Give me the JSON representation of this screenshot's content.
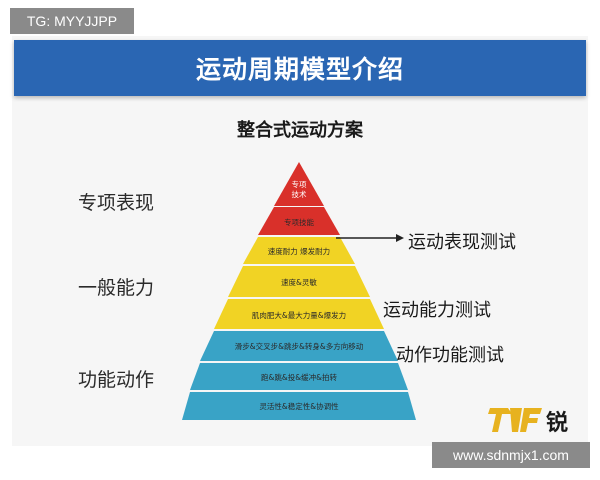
{
  "watermark_top": "TG: MYYJJPP",
  "watermark_bottom": "www.sdnmjx1.com",
  "banner_title": "运动周期模型介绍",
  "subtitle": "整合式运动方案",
  "left_labels": [
    "专项表现",
    "一般能力",
    "功能动作"
  ],
  "right_labels": [
    "运动表现测试",
    "运动能力测试",
    "动作功能测试"
  ],
  "pyramid_layers": [
    {
      "text": "专项\n技术",
      "color": "#d9302a"
    },
    {
      "text": "专项技能",
      "color": "#d9302a"
    },
    {
      "text": "速度耐力 爆发耐力",
      "color": "#f1d324"
    },
    {
      "text": "速度&灵敏",
      "color": "#f1d324"
    },
    {
      "text": "肌肉肥大&最大力量&爆发力",
      "color": "#f1d324"
    },
    {
      "text": "滑步&交叉步&跳步&转身&多方向移动",
      "color": "#39a3c6"
    },
    {
      "text": "跑&跳&投&缓冲&拍转",
      "color": "#39a3c6"
    },
    {
      "text": "灵活性&稳定性&协调性",
      "color": "#39a3c6"
    }
  ],
  "logo_text": "锐",
  "colors": {
    "banner": "#2a66b3",
    "red": "#d9302a",
    "yellow": "#f1d324",
    "blue": "#39a3c6",
    "logo_gold": "#e7b21f"
  }
}
